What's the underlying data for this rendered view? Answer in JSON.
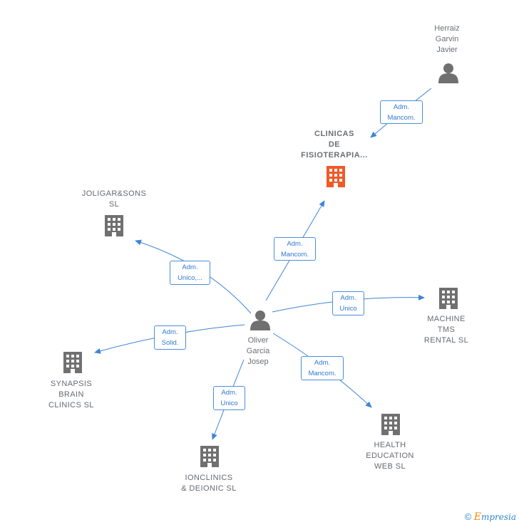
{
  "persons": {
    "herraiz": "Herraiz\nGarvin\nJavier",
    "oliver": "Oliver\nGarcia\nJosep"
  },
  "companies": {
    "clinicas": "CLINICAS\nDE\nFISIOTERAPIA...",
    "joligar": "JOLIGAR&SONS\nSL",
    "machine": "MACHINE\nTMS\nRENTAL  SL",
    "synapsis": "SYNAPSIS\nBRAIN\nCLINICS  SL",
    "ionclinics": "IONCLINICS\n& DEIONIC SL",
    "health": "HEALTH\nEDUCATION\nWEB  SL"
  },
  "edges": {
    "herraiz_clinicas": "Adm.\nMancom.",
    "oliver_clinicas": "Adm.\nMancom.",
    "oliver_joligar": "Adm.\nUnico,...",
    "oliver_machine": "Adm.\nUnico",
    "oliver_synapsis": "Adm.\nSolid.",
    "oliver_ionclinics": "Adm.\nUnico",
    "oliver_health": "Adm.\nMancom."
  },
  "colors": {
    "edge": "#3d85d6",
    "node_gray": "#707070",
    "node_highlight": "#f05a28"
  },
  "footer": {
    "copyright": "©",
    "brand_initial": "E",
    "brand_rest": "mpresia"
  }
}
